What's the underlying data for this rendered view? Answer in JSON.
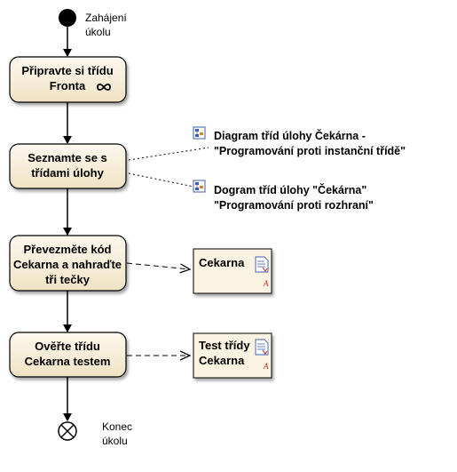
{
  "start": {
    "label_line1": "Zahájení",
    "label_line2": "úkolu"
  },
  "end": {
    "label_line1": "Konec",
    "label_line2": "úkolu"
  },
  "activities": [
    {
      "line1": "Připravte si třídu",
      "line2": "Fronta",
      "line3": "",
      "icon": "loop-infinity-icon"
    },
    {
      "line1": "Seznamte se s",
      "line2": "třídami úlohy",
      "line3": ""
    },
    {
      "line1": "Převezměte kód",
      "line2": "Cekarna a nahraďte",
      "line3": "tři tečky"
    },
    {
      "line1": "Ověřte třídu",
      "line2": "Cekarna testem",
      "line3": ""
    }
  ],
  "diagram_links": [
    {
      "line1": "Diagram tříd úlohy Čekárna -",
      "line2": "\"Programování proti instanční třídě\"",
      "icon": "class-diagram-icon"
    },
    {
      "line1": "Dogram tříd úlohy \"Čekárna\"",
      "line2": "\"Programování proti rozhraní\"",
      "icon": "class-diagram-icon"
    }
  ],
  "documents": [
    {
      "line1": "Cekarna",
      "line2": "",
      "icon": "document-icon"
    },
    {
      "line1": "Test třídy",
      "line2": "Cekarna",
      "icon": "document-icon"
    }
  ],
  "colors": {
    "activity_fill_top": "#fdf8ee",
    "activity_fill_bottom": "#f1e4c8",
    "activity_border": "#000000",
    "document_fill": "#fbf3e1",
    "icon_blue": "#3a5fb0",
    "icon_red": "#cc2222"
  }
}
